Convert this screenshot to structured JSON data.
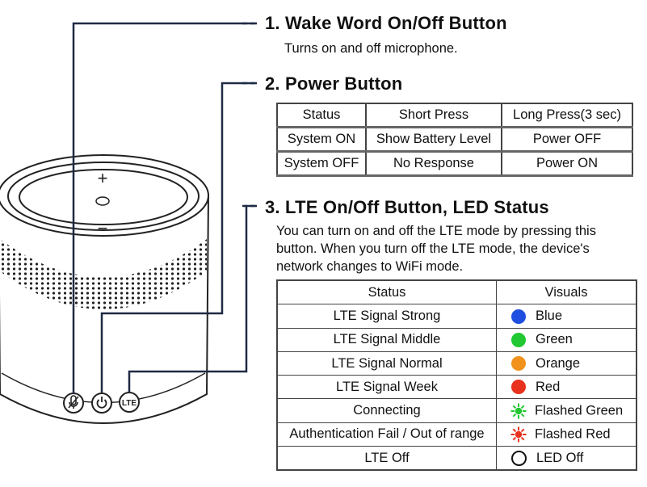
{
  "callouts": [
    {
      "title": "1. Wake Word On/Off Button",
      "text": "Turns on and off microphone."
    },
    {
      "title": "2. Power Button"
    },
    {
      "title": "3. LTE On/Off Button, LED Status",
      "text": "You can turn on and off the LTE mode by pressing this button. When you turn off the LTE mode, the device's network changes to WiFi mode."
    }
  ],
  "device": {
    "top_plus": "+",
    "top_minus": "−",
    "button_lte_label": "LTE"
  },
  "power_table": {
    "headers": [
      "Status",
      "Short Press",
      "Long Press(3 sec)"
    ],
    "rows": [
      [
        "System ON",
        "Show Battery Level",
        "Power OFF"
      ],
      [
        "System OFF",
        "No Response",
        "Power ON"
      ]
    ]
  },
  "lte_table": {
    "headers": [
      "Status",
      "Visuals"
    ],
    "rows": [
      {
        "status": "LTE Signal Strong",
        "visual": "Blue",
        "led": "dot",
        "color": "#1e4fe0"
      },
      {
        "status": "LTE Signal Middle",
        "visual": "Green",
        "led": "dot",
        "color": "#22c832"
      },
      {
        "status": "LTE Signal Normal",
        "visual": "Orange",
        "led": "dot",
        "color": "#f0921c"
      },
      {
        "status": "LTE Signal Week",
        "visual": "Red",
        "led": "dot",
        "color": "#e8321e"
      },
      {
        "status": "Connecting",
        "visual": "Flashed Green",
        "led": "burst",
        "color": "#22c832"
      },
      {
        "status": "Authentication Fail / Out of range",
        "visual": "Flashed Red",
        "led": "burst",
        "color": "#e8321e"
      },
      {
        "status": "LTE Off",
        "visual": "LED Off",
        "led": "ring",
        "color": "#111111"
      }
    ]
  }
}
